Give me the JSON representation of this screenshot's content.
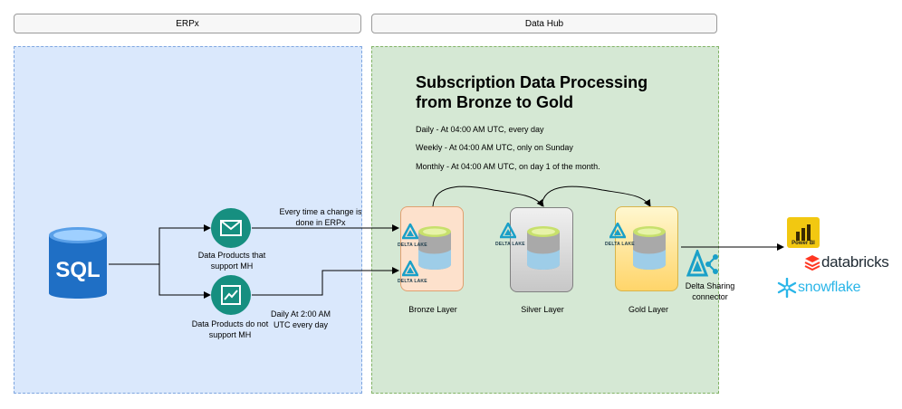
{
  "headers": {
    "erpx": "ERPx",
    "data_hub": "Data Hub"
  },
  "source": {
    "sql_label": "SQL"
  },
  "products": {
    "mh": "Data Products that support MH",
    "non_mh": "Data Products do not support MH"
  },
  "flows": {
    "on_change": "Every time  a change is done in ERPx",
    "daily": "Daily At 2:00 AM UTC every day"
  },
  "processing": {
    "title": "Subscription Data Processing from Bronze to Gold",
    "schedule": [
      "Daily -  At 04:00 AM UTC, every day",
      "Weekly -  At 04:00 AM UTC, only on Sunday",
      "Monthly - At 04:00 AM UTC, on day 1 of the month."
    ]
  },
  "layers": {
    "bronze": "Bronze Layer",
    "silver": "Silver Layer",
    "gold": "Gold Layer",
    "delta_lake_badge": "DELTA LAKE"
  },
  "sharing": {
    "connector": "Delta Sharing connector"
  },
  "consumers": {
    "powerbi": "Power BI",
    "databricks": "databricks",
    "snowflake": "snowflake"
  },
  "colors": {
    "erpx_zone": "#dae8fc",
    "hub_zone": "#d5e8d4",
    "teal_icon": "#168f80",
    "sql_blue": "#1f6fc5",
    "powerbi_yellow": "#f2c811",
    "snowflake_blue": "#29b5e8",
    "databricks_red": "#ff3621"
  }
}
